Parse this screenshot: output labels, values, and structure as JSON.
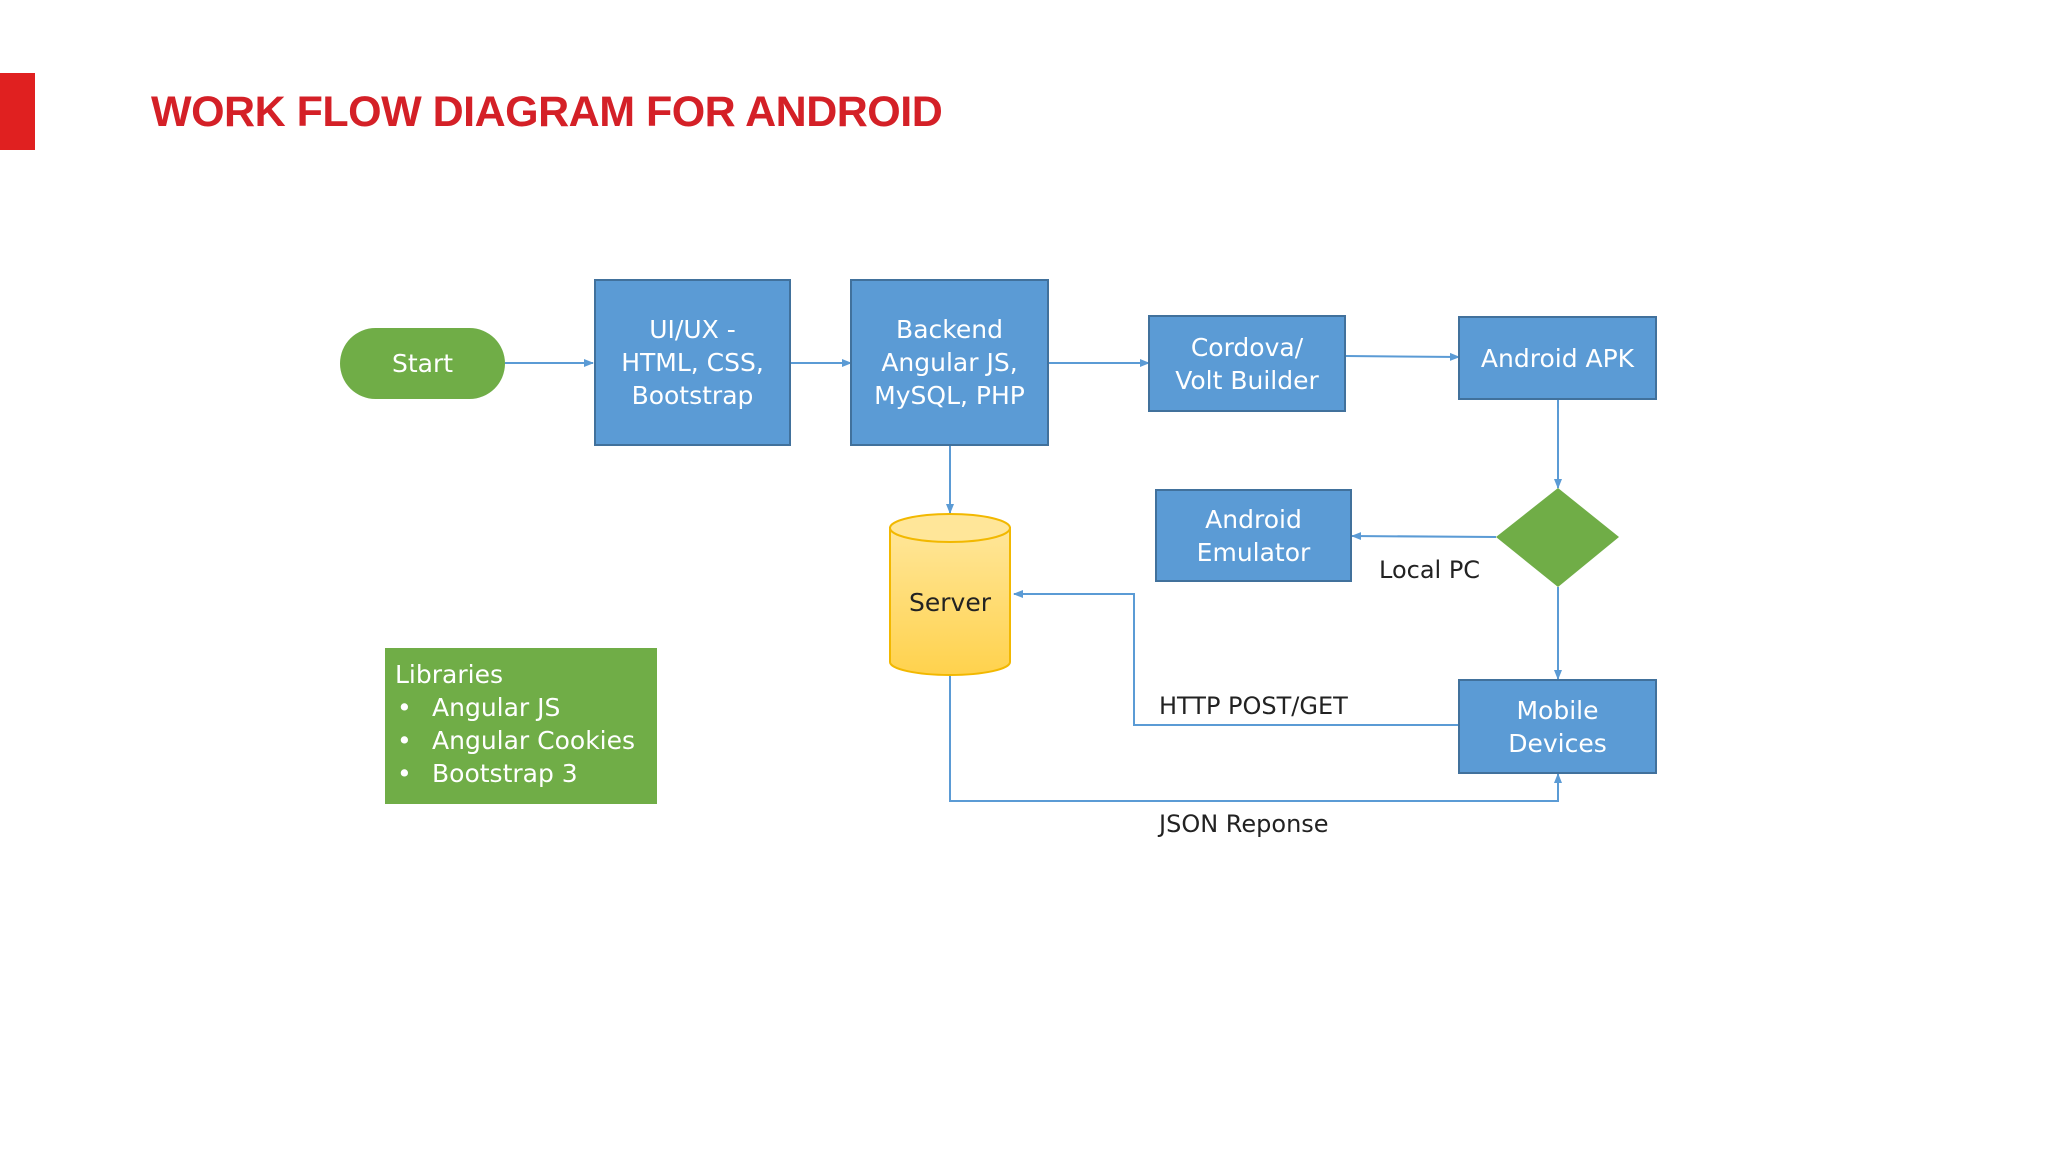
{
  "slide": {
    "title": "WORK FLOW DIAGRAM FOR ANDROID",
    "accent_color": "#e02020",
    "title_color": "#d42027"
  },
  "diagram": {
    "colors": {
      "box": "#5b9bd5",
      "green": "#70ad47",
      "server": "#ffd966",
      "connector": "#5b9bd5"
    },
    "nodes": {
      "start": "Start",
      "uiux": "UI/UX -\nHTML, CSS,\nBootstrap",
      "backend": "Backend\nAngular JS,\nMySQL, PHP",
      "cordova": "Cordova/\nVolt Builder",
      "apk": "Android APK",
      "emulator": "Android\nEmulator",
      "server": "Server",
      "mobile": "Mobile\nDevices"
    },
    "edge_labels": {
      "local_pc": "Local PC",
      "http": "HTTP POST/GET",
      "json": "JSON Reponse"
    },
    "libraries": {
      "heading": "Libraries",
      "items": [
        "Angular JS",
        "Angular Cookies",
        "Bootstrap 3"
      ]
    }
  }
}
